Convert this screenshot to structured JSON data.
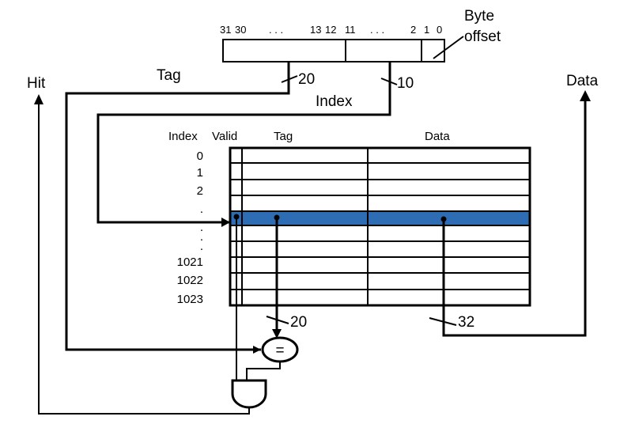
{
  "address": {
    "bits": {
      "b31": "31",
      "b30": "30",
      "dots1": ". . .",
      "b13": "13",
      "b12": "12",
      "b11": "11",
      "dots2": ". . .",
      "b2": "2",
      "b1": "1",
      "b0": "0"
    },
    "byte_offset": {
      "line1": "Byte",
      "line2": "offset"
    }
  },
  "labels": {
    "hit": "Hit",
    "tag": "Tag",
    "index": "Index",
    "data": "Data",
    "tag_width": "20",
    "index_width": "10",
    "compare_width": "20",
    "data_width": "32",
    "comparator": "="
  },
  "table": {
    "headers": {
      "index": "Index",
      "valid": "Valid",
      "tag": "Tag",
      "data": "Data"
    },
    "rows": [
      "0",
      "1",
      "2",
      ".",
      ".",
      ".",
      ".",
      "1021",
      "1022",
      "1023"
    ],
    "highlight_color": "#2e6db4"
  }
}
